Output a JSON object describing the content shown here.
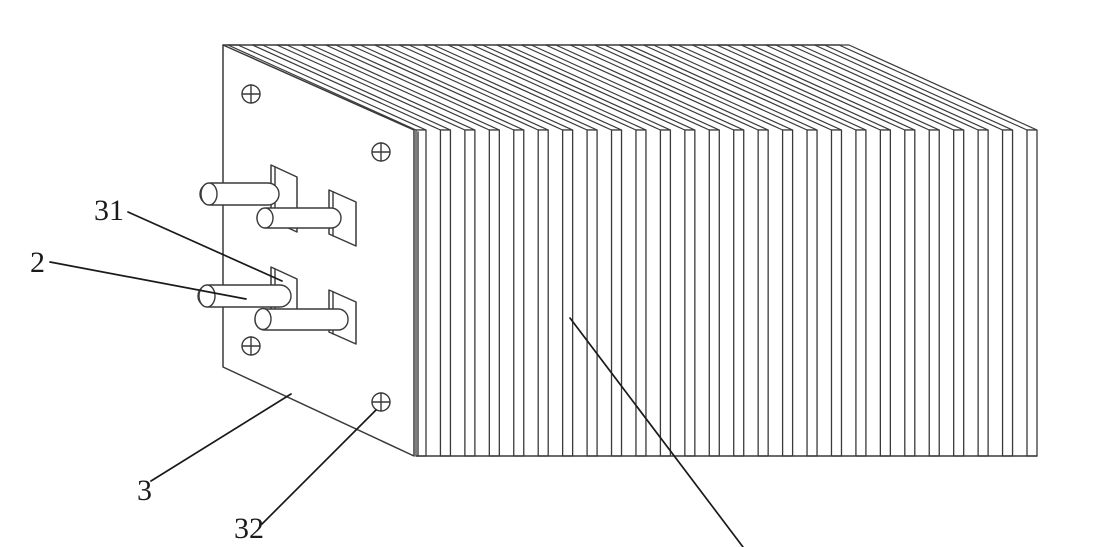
{
  "labels": {
    "pipe_bracket": "31",
    "pipe": "2",
    "end_plate": "3",
    "screw": "32",
    "fins": ""
  },
  "colors": {
    "line": "#3a3a3a",
    "leader": "#1a1a1a",
    "background": "#ffffff"
  },
  "fin_count": 26,
  "pipe_count": 4,
  "screw_count": 4
}
